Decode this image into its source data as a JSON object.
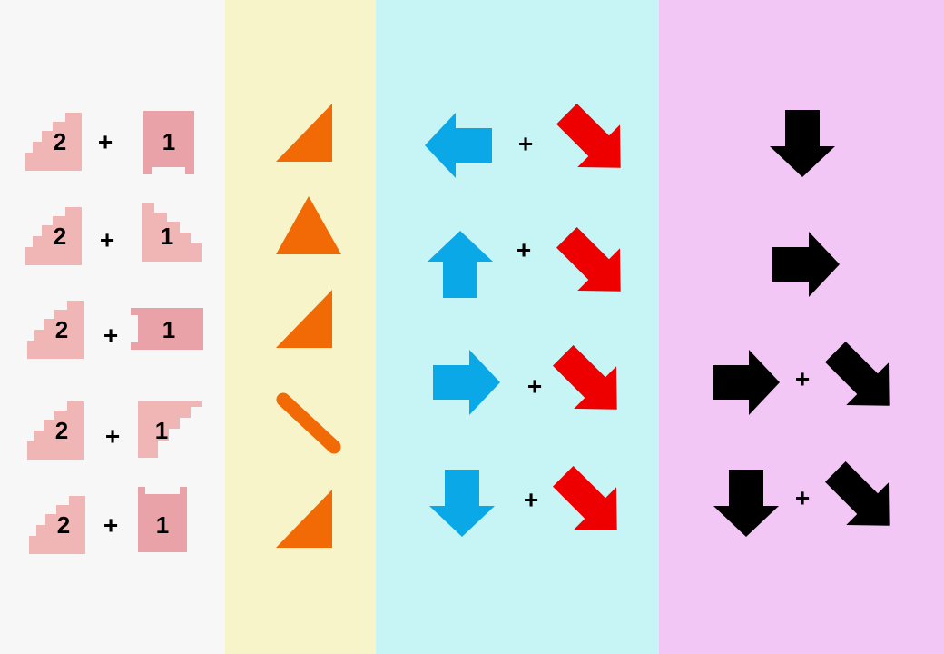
{
  "columns": [
    {
      "key": "pieces",
      "background": "#f7f7f7",
      "piece_color": "#f0b6b6",
      "piece_dark_color": "#e9a2a8",
      "rows": [
        {
          "left_label": "2",
          "operator": "+",
          "right_label": "1",
          "right_shape": "notched-square"
        },
        {
          "left_label": "2",
          "operator": "+",
          "right_label": "1",
          "right_shape": "stepped-quarter"
        },
        {
          "left_label": "2",
          "operator": "+",
          "right_label": "1",
          "right_shape": "notched-bar"
        },
        {
          "left_label": "2",
          "operator": "+",
          "right_label": "1",
          "right_shape": "stepped-quarter-flipped"
        },
        {
          "left_label": "2",
          "operator": "+",
          "right_label": "1",
          "right_shape": "notched-top"
        }
      ]
    },
    {
      "key": "results",
      "background": "#f7f4c9",
      "shape_color": "#f26a05",
      "rows": [
        {
          "shape": "right-triangle"
        },
        {
          "shape": "isosceles-triangle"
        },
        {
          "shape": "right-triangle"
        },
        {
          "shape": "diagonal-bar"
        },
        {
          "shape": "right-triangle"
        }
      ]
    },
    {
      "key": "colored-arrows",
      "background": "#c7f4f5",
      "blue": "#0aa8e6",
      "red": "#ee0000",
      "rows": [
        {
          "first": "left-arrow-icon",
          "operator": "+",
          "second": "down-right-arrow-icon"
        },
        {
          "first": "up-arrow-icon",
          "operator": "+",
          "second": "down-right-arrow-icon"
        },
        {
          "first": "right-arrow-icon",
          "operator": "+",
          "second": "down-right-arrow-icon"
        },
        {
          "first": "down-arrow-icon",
          "operator": "+",
          "second": "down-right-arrow-icon"
        }
      ]
    },
    {
      "key": "black-arrows",
      "background": "#f2c7f5",
      "color": "#000000",
      "rows": [
        {
          "first": "down-arrow-icon"
        },
        {
          "first": "right-arrow-icon"
        },
        {
          "first": "right-arrow-icon",
          "operator": "+",
          "second": "down-right-arrow-icon"
        },
        {
          "first": "down-arrow-icon",
          "operator": "+",
          "second": "down-right-arrow-icon"
        }
      ]
    }
  ]
}
